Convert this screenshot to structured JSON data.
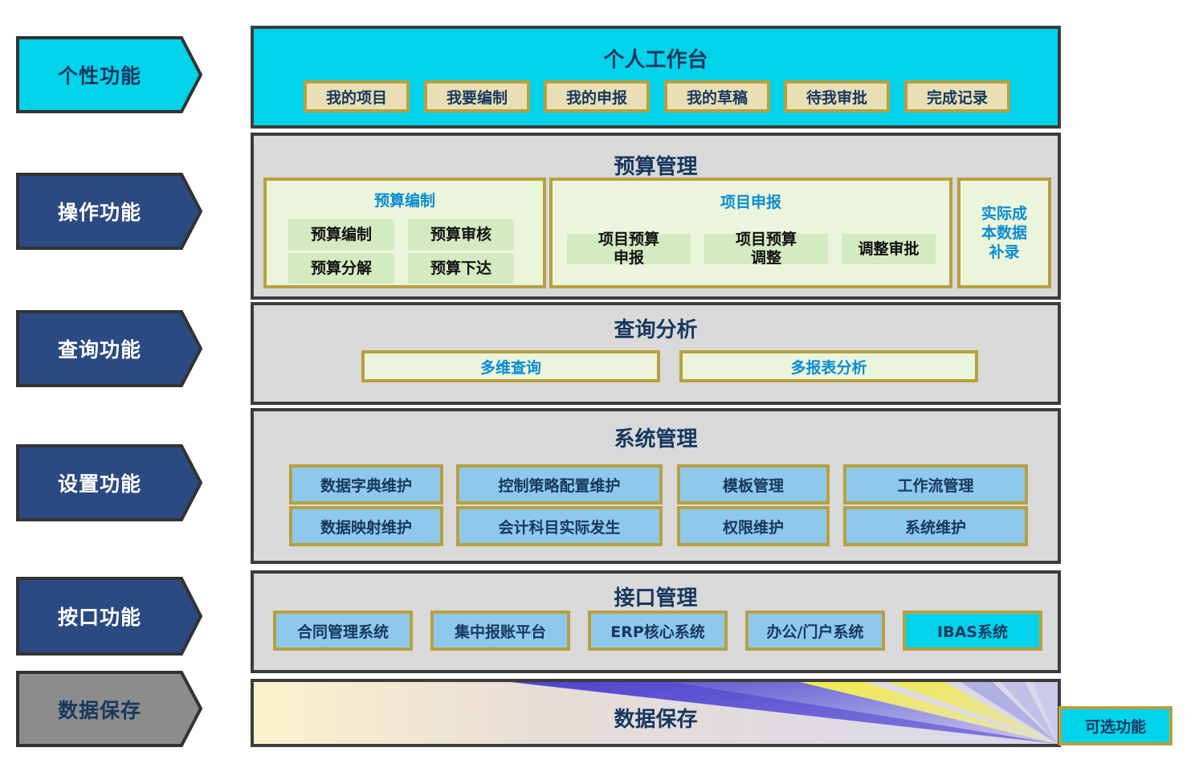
{
  "colors": {
    "cyan": "#00d3ea",
    "navy": "#2b4a82",
    "gray": "#8c8c8c",
    "panel_gray": "#d9d9d9",
    "gold_border": "#b8a040",
    "title_text": "#17375e",
    "section_title": "#0a8cd4",
    "light_green": "#ebf5dc",
    "green_cell": "#d4eac0",
    "light_blue": "#8ec9ec"
  },
  "left_arrows": [
    {
      "label": "个性功能",
      "color": "#00d3ea"
    },
    {
      "label": "操作功能",
      "color": "#2b4a82"
    },
    {
      "label": "查询功能",
      "color": "#2b4a82"
    },
    {
      "label": "设置功能",
      "color": "#2b4a82"
    },
    {
      "label": "按口功能",
      "color": "#2b4a82"
    },
    {
      "label": "数据保存",
      "color": "#8c8c8c"
    }
  ],
  "workbench": {
    "title": "个人工作台",
    "items": [
      "我的项目",
      "我要编制",
      "我的申报",
      "我的草稿",
      "待我审批",
      "完成记录"
    ]
  },
  "budget": {
    "title": "预算管理",
    "compile": {
      "title": "预算编制",
      "items": [
        "预算编制",
        "预算审核",
        "预算分解",
        "预算下达"
      ]
    },
    "project": {
      "title": "项目申报",
      "item1": "项目预算\n申报",
      "item2": "项目预算\n调整",
      "item3": "调整审批"
    },
    "actual": "实际成\n本数据\n补录"
  },
  "query": {
    "title": "查询分析",
    "items": [
      "多维查询",
      "多报表分析"
    ]
  },
  "system": {
    "title": "系统管理",
    "items": [
      "数据字典维护",
      "控制策略配置维护",
      "模板管理",
      "工作流管理",
      "数据映射维护",
      "会计科目实际发生",
      "权限维护",
      "系统维护"
    ]
  },
  "interface": {
    "title": "接口管理",
    "items": [
      "合同管理系统",
      "集中报账平台",
      "ERP核心系统",
      "办公/门户系统",
      "IBAS系统"
    ]
  },
  "storage": {
    "title": "数据保存"
  },
  "legend": {
    "label": "可选功能",
    "color": "#00d3ea"
  }
}
